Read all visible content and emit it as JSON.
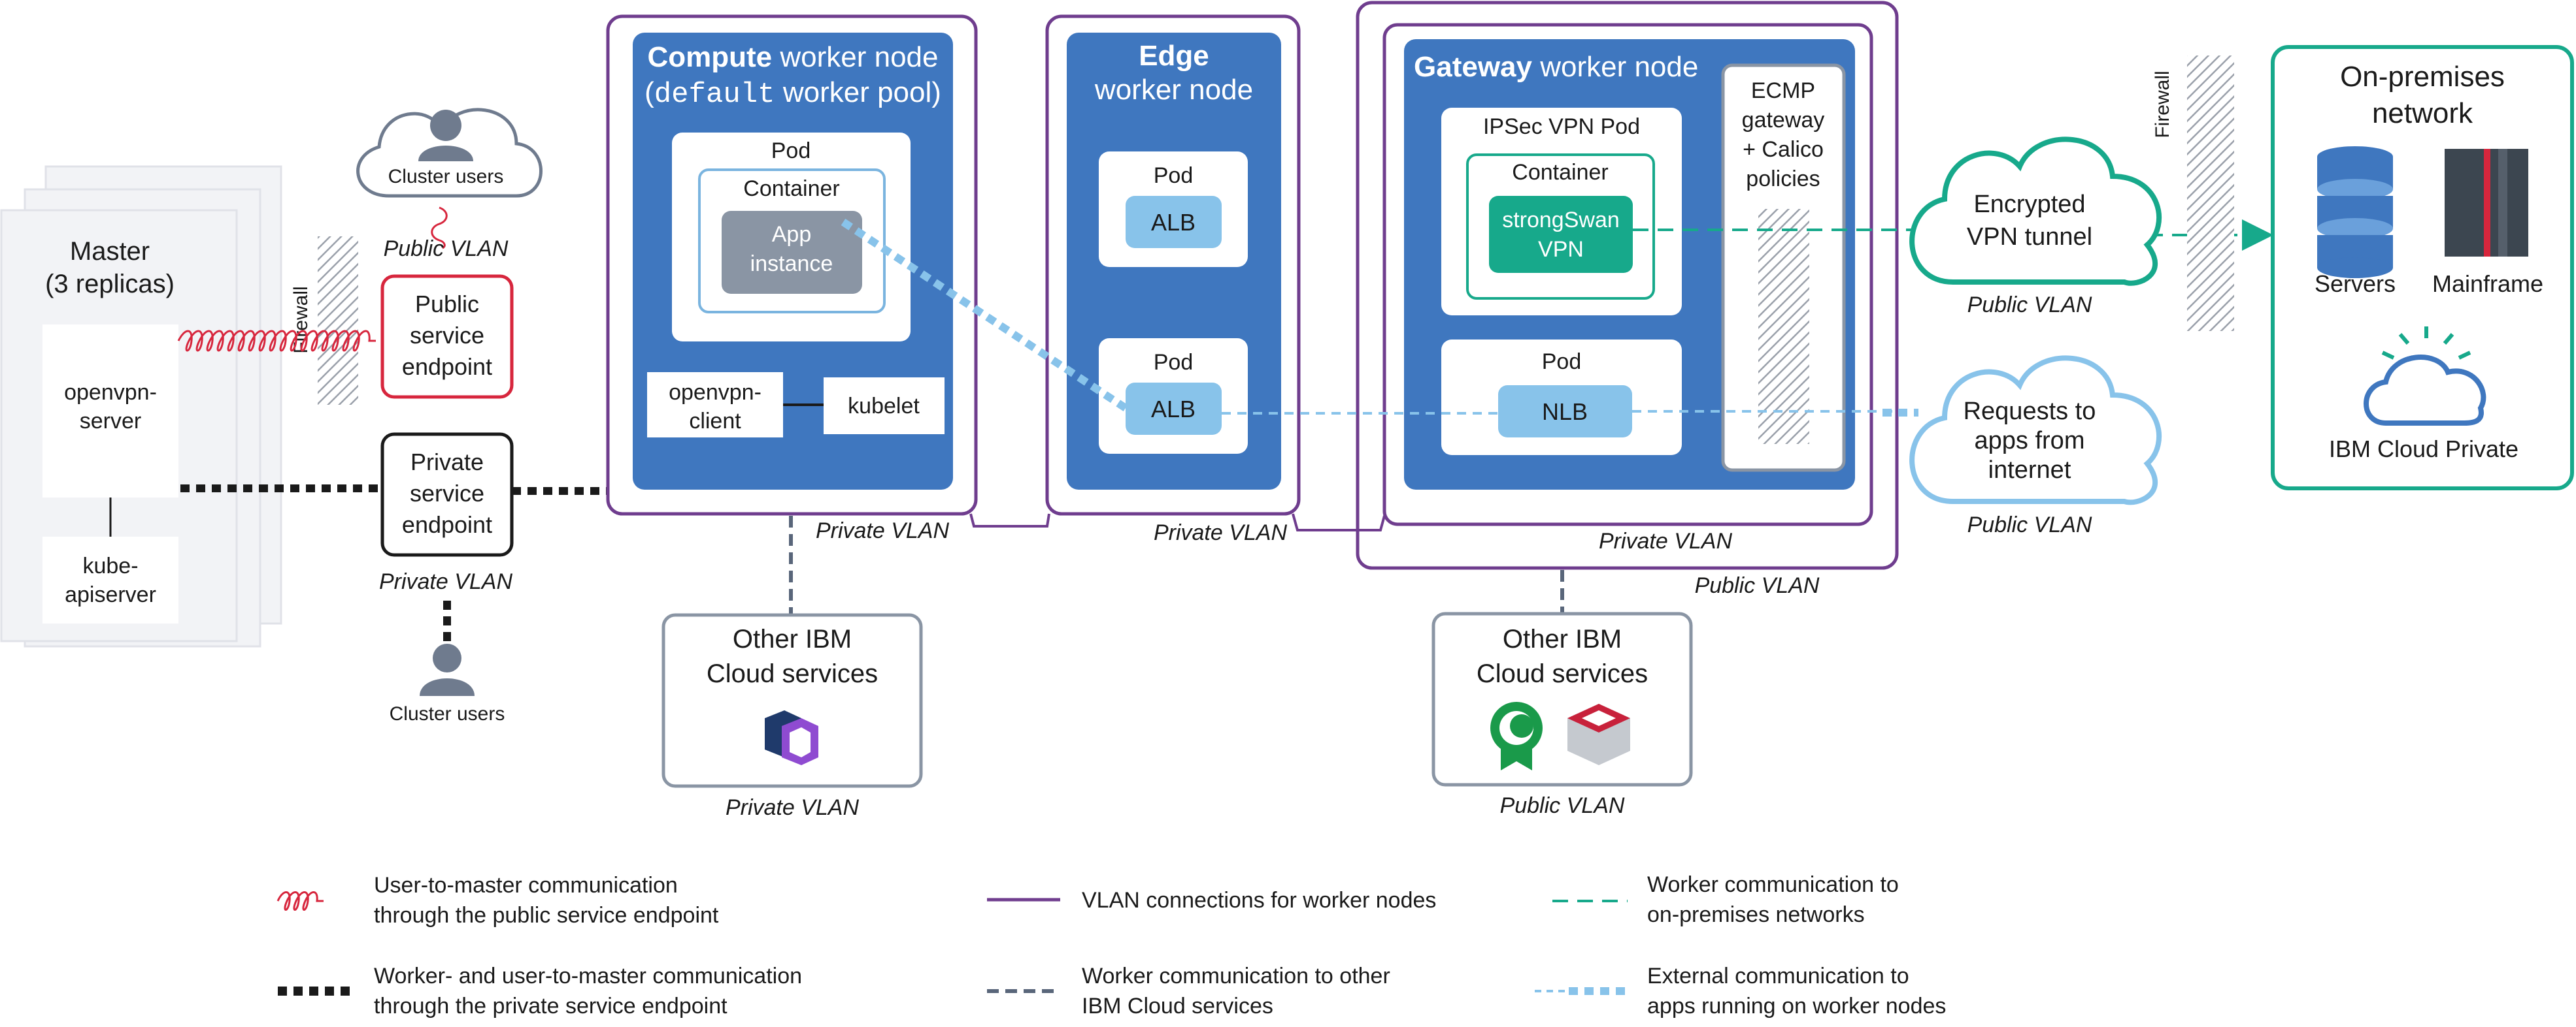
{
  "master": {
    "title_line1": "Master",
    "title_line2": "(3 replicas)",
    "openvpn_server_line1": "openvpn-",
    "openvpn_server_line2": "server",
    "kube_apiserver_line1": "kube-",
    "kube_apiserver_line2": "apiserver"
  },
  "firewall_label": "Firewall",
  "cluster_users_top": "Cluster users",
  "cluster_users_bottom": "Cluster users",
  "public_endpoint": {
    "line1": "Public",
    "line2": "service",
    "line3": "endpoint"
  },
  "private_endpoint": {
    "line1": "Private",
    "line2": "service",
    "line3": "endpoint"
  },
  "vlan": {
    "public_near_endpoint": "Public VLAN",
    "private_under_endpoint": "Private VLAN",
    "private_compute": "Private VLAN",
    "private_edge": "Private VLAN",
    "private_gateway": "Private VLAN",
    "public_gateway": "Public VLAN",
    "public_vpn_tunnel": "Public VLAN",
    "public_requests": "Public VLAN",
    "private_other_services": "Private VLAN",
    "public_other_services": "Public VLAN"
  },
  "compute": {
    "title_bold": "Compute",
    "title_rest": " worker node",
    "subtitle_open": "(",
    "subtitle_mono": "default",
    "subtitle_rest": " worker pool)",
    "pod_label": "Pod",
    "container_label": "Container",
    "app_line1": "App",
    "app_line2": "instance",
    "openvpn_client_line1": "openvpn-",
    "openvpn_client_line2": "client",
    "kubelet": "kubelet"
  },
  "edge": {
    "title_bold": "Edge",
    "title_rest": "worker node",
    "pod1_label": "Pod",
    "alb1": "ALB",
    "pod2_label": "Pod",
    "alb2": "ALB"
  },
  "gateway": {
    "title_bold": "Gateway",
    "title_rest": " worker node",
    "ipsec_pod": "IPSec VPN Pod",
    "container_label": "Container",
    "strongswan_line1": "strongSwan",
    "strongswan_line2": "VPN",
    "pod_label": "Pod",
    "nlb": "NLB",
    "ecmp_line1": "ECMP",
    "ecmp_line2": "gateway",
    "ecmp_line3": "+ Calico",
    "ecmp_line4": "policies"
  },
  "vpn_tunnel": {
    "line1": "Encrypted",
    "line2": "VPN tunnel"
  },
  "requests_cloud": {
    "line1": "Requests to",
    "line2": "apps from",
    "line3": "internet"
  },
  "onprem": {
    "title_line1": "On-premises",
    "title_line2": "network",
    "servers": "Servers",
    "mainframe": "Mainframe",
    "ibm_cloud_private": "IBM Cloud Private"
  },
  "other_services_left": {
    "line1": "Other IBM",
    "line2": "Cloud services"
  },
  "other_services_right": {
    "line1": "Other IBM",
    "line2": "Cloud services"
  },
  "legend": {
    "public_endpoint_line1": "User-to-master communication",
    "public_endpoint_line2": "through the public service endpoint",
    "private_endpoint_line1": "Worker- and user-to-master communication",
    "private_endpoint_line2": "through the private service endpoint",
    "vlan_connections": "VLAN connections for worker nodes",
    "other_services_line1": "Worker communication to other",
    "other_services_line2": "IBM Cloud services",
    "onprem_line1": "Worker communication to",
    "onprem_line2": "on-premises networks",
    "external_line1": "External communication to",
    "external_line2": "apps running on worker nodes"
  },
  "colors": {
    "node_blue": "#3f77bf",
    "purple": "#6f3d8e",
    "teal": "#17a98b",
    "light_blue": "#88c3ea",
    "red": "#d7263d",
    "gray_box": "#f2f3f6",
    "slate": "#59667a"
  }
}
